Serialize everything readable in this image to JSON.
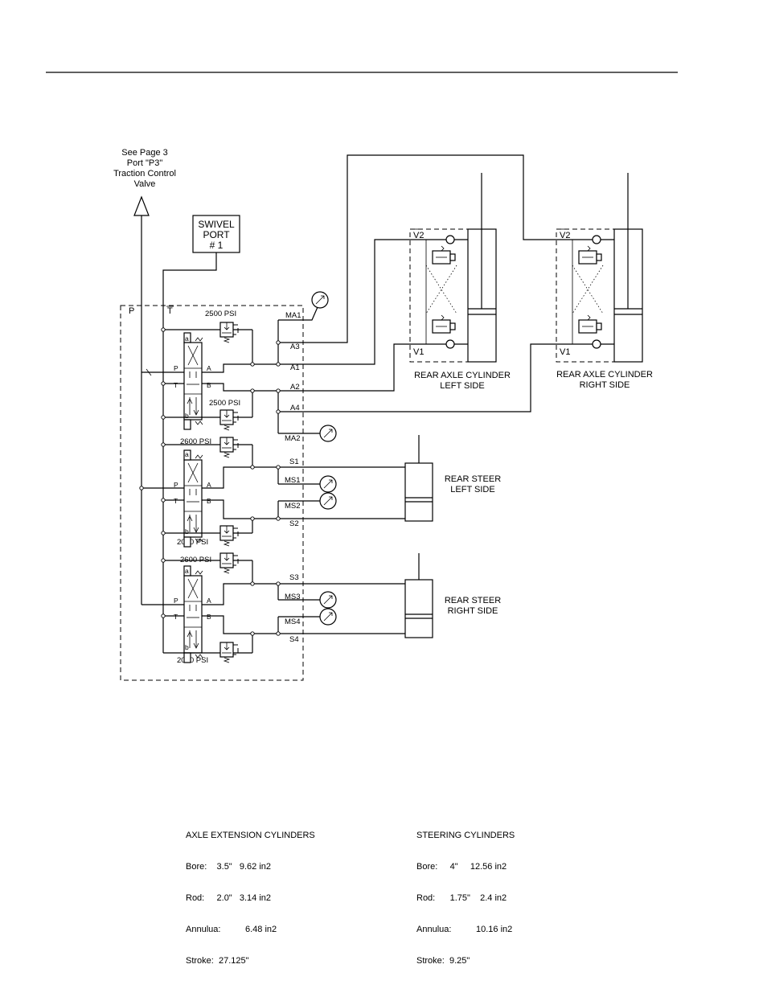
{
  "traction_note": [
    "See Page 3",
    "Port \"P3\"",
    "Traction Control",
    "Valve"
  ],
  "swivel_port": [
    "SWIVEL",
    "PORT",
    "# 1"
  ],
  "manifold_ports": {
    "p": "P",
    "t": "T"
  },
  "spool_ports": {
    "p": "P",
    "t": "T",
    "a": "A",
    "b": "B",
    "sol_a": "a",
    "sol_b": "b"
  },
  "relief": {
    "r1": "2500 PSI",
    "r2": "2500 PSI",
    "r3": "2600 PSI",
    "r4": "2000 PSI",
    "r5": "2600 PSI",
    "r6": "2000 PSI"
  },
  "port_labels": {
    "ma1": "MA1",
    "a3": "A3",
    "a1": "A1",
    "a2": "A2",
    "a4": "A4",
    "ma2": "MA2",
    "s1": "S1",
    "ms1": "MS1",
    "ms2": "MS2",
    "s2": "S2",
    "s3": "S3",
    "ms3": "MS3",
    "ms4": "MS4",
    "s4": "S4"
  },
  "valve_ports": {
    "v2": "V2",
    "v1": "V1"
  },
  "cylinders": {
    "axle_left": [
      "REAR AXLE CYLINDER",
      "LEFT SIDE"
    ],
    "axle_right": [
      "REAR AXLE CYLINDER",
      "RIGHT SIDE"
    ],
    "steer_left": [
      "REAR STEER",
      "LEFT SIDE"
    ],
    "steer_right": [
      "REAR STEER",
      "RIGHT SIDE"
    ]
  },
  "specs": {
    "axle": {
      "title": "AXLE EXTENSION CYLINDERS",
      "lines": [
        "Bore:    3.5\"   9.62 in2",
        "Rod:     2.0\"   3.14 in2",
        "Annulua:          6.48 in2",
        "Stroke:  27.125\""
      ]
    },
    "steering": {
      "title": "STEERING CYLINDERS",
      "lines": [
        "Bore:     4\"     12.56 in2",
        "Rod:      1.75\"    2.4 in2",
        "Annulua:          10.16 in2",
        "Stroke:  9.25\""
      ]
    }
  }
}
